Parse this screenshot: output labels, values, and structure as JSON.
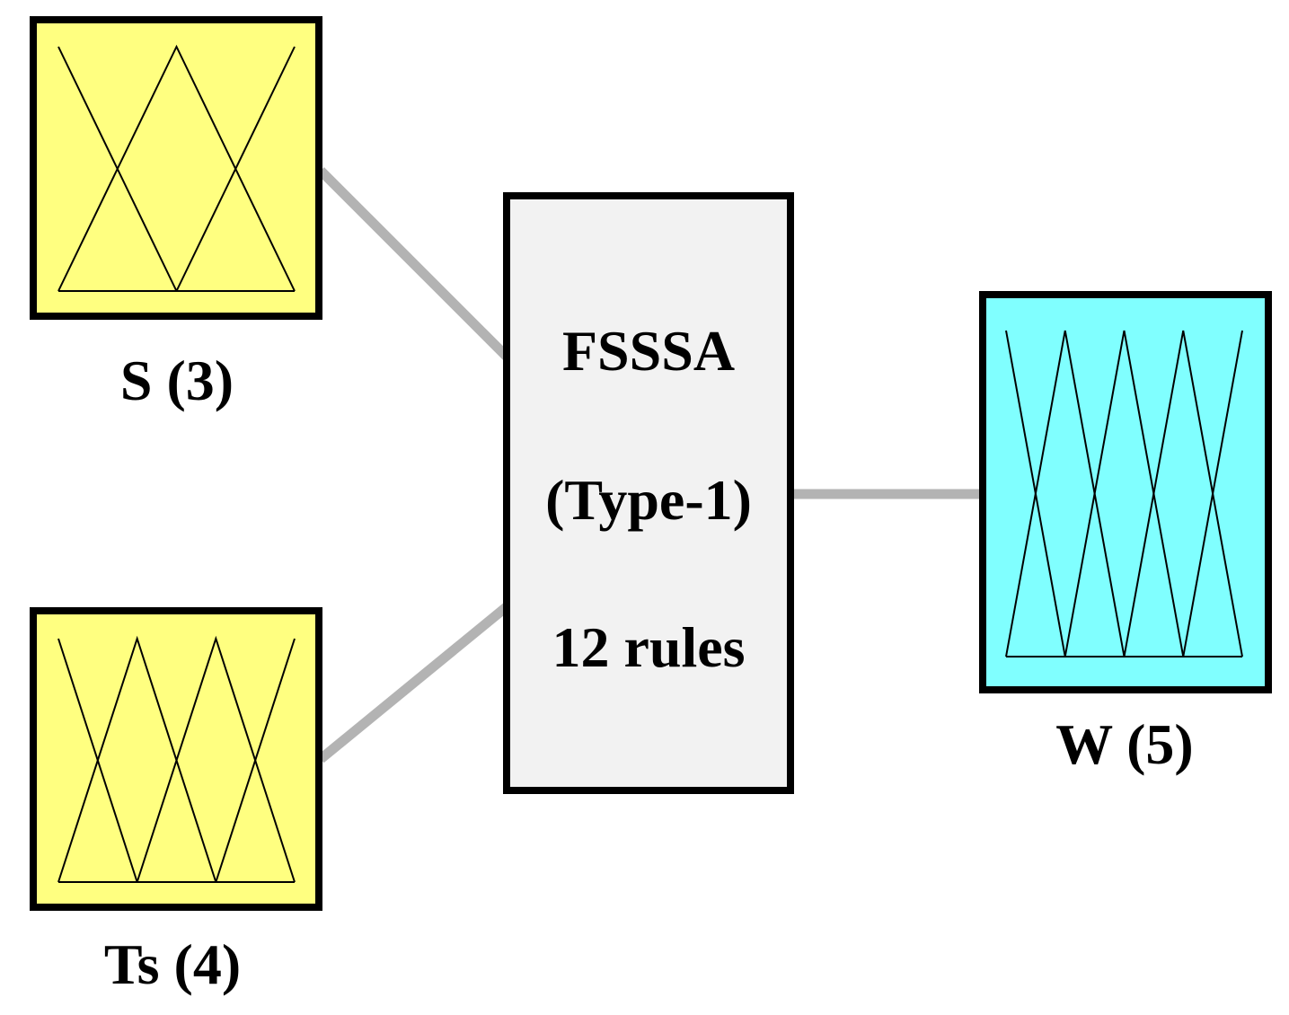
{
  "colors": {
    "background": "#ffffff",
    "input_box_fill": "#ffff80",
    "output_box_fill": "#80ffff",
    "system_box_fill": "#f2f2f2",
    "connector": "#b3b3b3",
    "border": "#000000"
  },
  "inputs": [
    {
      "id": "s",
      "label": "S (3)",
      "membership_functions": 3
    },
    {
      "id": "ts",
      "label": "Ts (4)",
      "membership_functions": 4
    }
  ],
  "system": {
    "name": "FSSSA",
    "type": "(Type-1)",
    "rules": "12 rules"
  },
  "output": {
    "id": "w",
    "label": "W (5)",
    "membership_functions": 5
  }
}
